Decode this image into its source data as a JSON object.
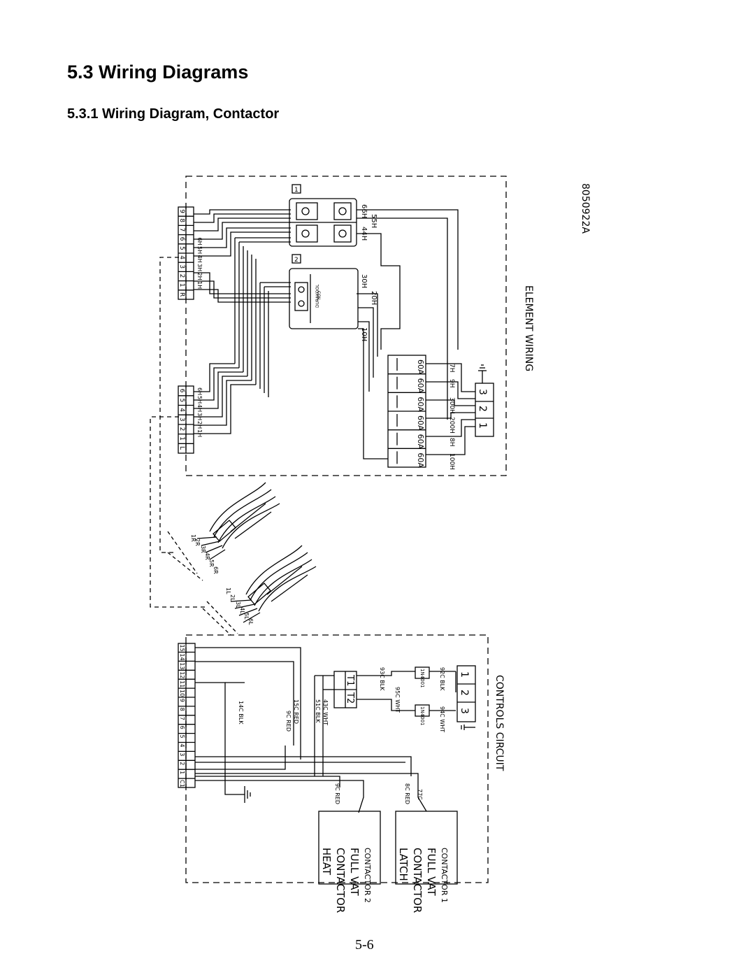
{
  "page": {
    "title": "5.3  Wiring Diagrams",
    "subtitle": "5.3.1  Wiring Diagram, Contactor",
    "page_number": "5-6"
  },
  "diagram": {
    "drawing_number": "8050922A",
    "element_section_title": "ELEMENT  WIRING",
    "controls_section_title": "CONTROLS  CIRCUIT",
    "terminal_block_r": [
      "R",
      "1",
      "2",
      "3",
      "4",
      "5",
      "6",
      "7",
      "8",
      "9"
    ],
    "terminal_block_l": [
      "L",
      "1",
      "2",
      "3",
      "4",
      "5",
      "6"
    ],
    "terminal_wires_r": [
      "1H",
      "2H",
      "3H",
      "4H",
      "5H",
      "6H"
    ],
    "terminal_wires_l": [
      "1H",
      "2H",
      "3H",
      "4H",
      "5H",
      "6H"
    ],
    "contactor_label_1": "1",
    "contactor_label_2": "2",
    "contactor_wires": [
      "66H",
      "55H",
      "44H"
    ],
    "relay_wires": [
      "30H",
      "20H",
      "10H"
    ],
    "relay_brand": "DURAKOOL",
    "relay_coil": "COIL",
    "fuse_rating": "60A",
    "fuse_count": 6,
    "fuse_wires": [
      "7H",
      "9H",
      "300H",
      "200H",
      "8H",
      "100H"
    ],
    "ground_block": [
      "1",
      "2",
      "3"
    ],
    "element_right_wires": [
      "1R",
      "2R",
      "3R",
      "4R",
      "5R",
      "6R"
    ],
    "element_left_wires": [
      "1L",
      "2L",
      "3L",
      "4L",
      "5L",
      "6L"
    ],
    "controls_terminal": [
      "C1",
      "1",
      "2",
      "3",
      "4",
      "5",
      "6",
      "7",
      "8",
      "9",
      "10",
      "11",
      "12",
      "13",
      "14",
      "15"
    ],
    "controls_wires": [
      "14C BLK",
      "9C RED",
      "15C RED",
      "51C BLK",
      "43C WHT"
    ],
    "transformer_labels": [
      "T2",
      "T1"
    ],
    "transformer_wires": [
      "93C BLK",
      "95C WHT"
    ],
    "diode_label": "1N4001",
    "diode_wires": [
      "92C BLK",
      "94C WHT"
    ],
    "controls_block": [
      "3",
      "2",
      "1"
    ],
    "contactor_wire_heat": "9C RED",
    "contactor_wire_latch": "8C RED",
    "contactor_wire_latch_2": "77C",
    "heat_box": [
      "HEAT",
      "CONTACTOR",
      "FULL VAT",
      "CONTACTOR 2"
    ],
    "latch_box": [
      "LATCH",
      "CONTACTOR",
      "FULL VAT",
      "CONTACTOR 1"
    ]
  }
}
